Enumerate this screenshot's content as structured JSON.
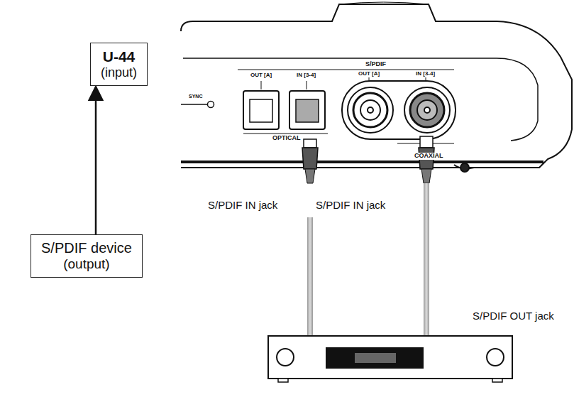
{
  "diagram": {
    "nodes": [
      {
        "text": [
          "U-44",
          "(input)"
        ]
      },
      {
        "text": [
          "S/PDIF device",
          "(output)"
        ]
      }
    ],
    "edges": [
      {
        "from": 1,
        "to": 0,
        "arrow": "to"
      }
    ],
    "labels": [
      "S/PDIF",
      "OUT [A]",
      "IN [3-4]",
      "OUT [A]",
      "IN [3-4]",
      "SYNC",
      "OPTICAL",
      "COAXIAL",
      "S/PDIF IN jack",
      "S/PDIF IN jack",
      "S/PDIF OUT jack"
    ]
  }
}
